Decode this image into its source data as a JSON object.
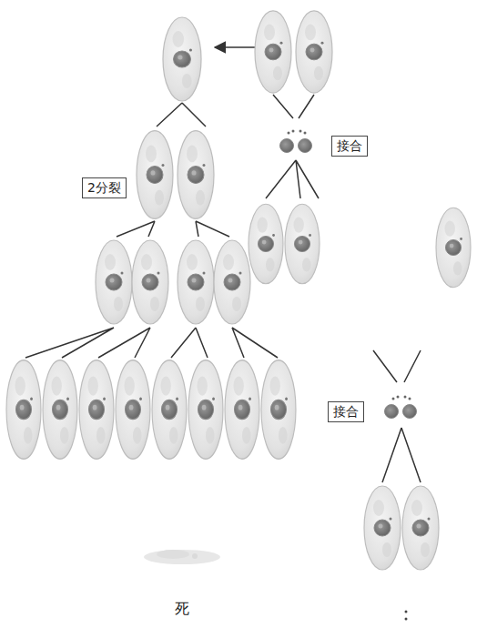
{
  "diagram": {
    "nodes": [
      {
        "text": [
          "接合"
        ]
      },
      {
        "text": [
          "2分裂"
        ]
      },
      {
        "text": [
          "接合"
        ]
      }
    ],
    "labels": [
      "死"
    ]
  }
}
